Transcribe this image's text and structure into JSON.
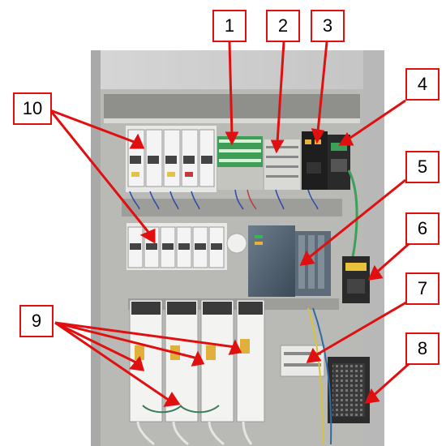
{
  "image": {
    "subject": "electrical-control-cabinet",
    "arrow_color": "#e01010",
    "cabinet_color": "#c9c9c9"
  },
  "callouts": [
    {
      "id": "1",
      "label": "1"
    },
    {
      "id": "2",
      "label": "2"
    },
    {
      "id": "3",
      "label": "3"
    },
    {
      "id": "4",
      "label": "4"
    },
    {
      "id": "5",
      "label": "5"
    },
    {
      "id": "6",
      "label": "6"
    },
    {
      "id": "7",
      "label": "7"
    },
    {
      "id": "8",
      "label": "8"
    },
    {
      "id": "9",
      "label": "9"
    },
    {
      "id": "10",
      "label": "10"
    }
  ]
}
